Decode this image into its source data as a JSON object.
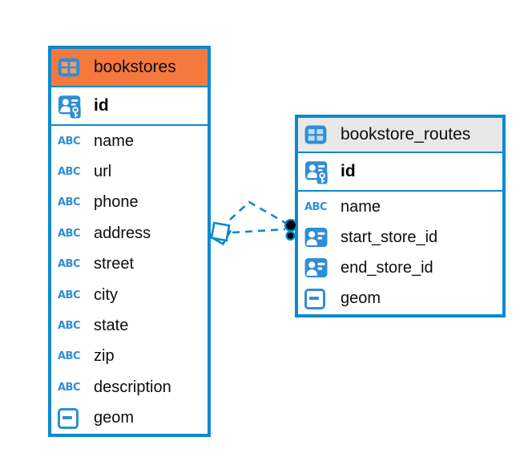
{
  "colors": {
    "accent_blue": "#0a8ace",
    "icon_blue": "#2f8ed6",
    "bookstores_header": "#f5793d",
    "routes_header": "#e8e8e8",
    "endpoint_dot": "#000000",
    "table_icon_cell_on_orange": "#f59a68",
    "table_icon_cell_on_gray": "#c2dcf2"
  },
  "icons": {
    "text_type_label": "ABC"
  },
  "tables": [
    {
      "title": "bookstores",
      "primary_key": {
        "name": "id",
        "icon": "person-key-icon"
      },
      "columns": [
        {
          "name": "name",
          "icon": "text-type-icon"
        },
        {
          "name": "url",
          "icon": "text-type-icon"
        },
        {
          "name": "phone",
          "icon": "text-type-icon"
        },
        {
          "name": "address",
          "icon": "text-type-icon"
        },
        {
          "name": "street",
          "icon": "text-type-icon"
        },
        {
          "name": "city",
          "icon": "text-type-icon"
        },
        {
          "name": "state",
          "icon": "text-type-icon"
        },
        {
          "name": "zip",
          "icon": "text-type-icon"
        },
        {
          "name": "description",
          "icon": "text-type-icon"
        },
        {
          "name": "geom",
          "icon": "geometry-type-icon"
        }
      ]
    },
    {
      "title": "bookstore_routes",
      "primary_key": {
        "name": "id",
        "icon": "person-key-icon"
      },
      "columns": [
        {
          "name": "name",
          "icon": "text-type-icon"
        },
        {
          "name": "start_store_id",
          "icon": "person-reference-icon"
        },
        {
          "name": "end_store_id",
          "icon": "person-reference-icon"
        },
        {
          "name": "geom",
          "icon": "geometry-type-icon"
        }
      ]
    }
  ],
  "relationship": {
    "from_table": "bookstores",
    "to_table": "bookstore_routes",
    "link_count": 2,
    "line_style": "dashed"
  }
}
